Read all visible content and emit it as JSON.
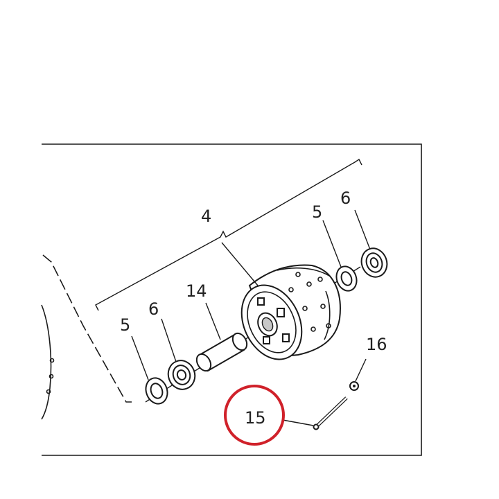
{
  "callouts": {
    "hub": "4",
    "seal_left": "5",
    "bearing_left": "6",
    "spacer": "14",
    "seal_right": "5",
    "bearing_right": "6",
    "axle_bolt": "15",
    "nut": "16"
  },
  "colors": {
    "line": "#1a1a1a",
    "highlight": "#d0212a",
    "hub_shade": "#c8c8c8"
  },
  "icons": {
    "highlight_marker": "red-circle-highlight"
  }
}
